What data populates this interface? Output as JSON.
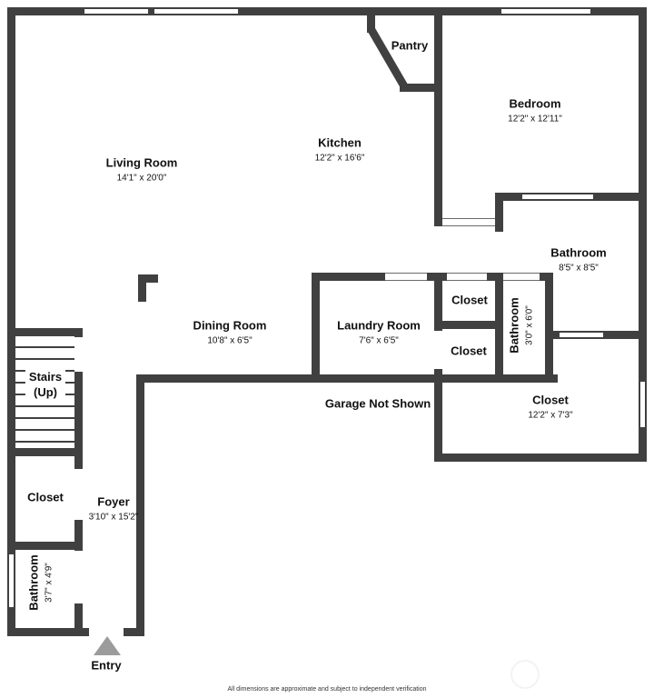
{
  "rooms": [
    {
      "name": "Living Room",
      "dims": "14'1\" x 20'0\""
    },
    {
      "name": "Kitchen",
      "dims": "12'2\" x 16'6\""
    },
    {
      "name": "Pantry"
    },
    {
      "name": "Bedroom",
      "dims": "12'2\" x 12'11\""
    },
    {
      "name": "Bathroom",
      "dims": "8'5\" x 8'5\""
    },
    {
      "name": "Closet"
    },
    {
      "name": "Closet"
    },
    {
      "name": "Bathroom",
      "dims": "3'0\" x 6'0\""
    },
    {
      "name": "Dining Room",
      "dims": "10'8\" x 6'5\""
    },
    {
      "name": "Laundry Room",
      "dims": "7'6\" x 6'5\""
    },
    {
      "name": "Stairs",
      "name2": "(Up)"
    },
    {
      "name": "Garage Not Shown"
    },
    {
      "name": "Closet",
      "dims": "12'2\" x 7'3\""
    },
    {
      "name": "Closet"
    },
    {
      "name": "Foyer",
      "dims": "3'10\" x 15'2\""
    },
    {
      "name": "Bathroom",
      "dims": "3'7\" x 4'9\""
    },
    {
      "name": "Entry"
    }
  ],
  "footer": "All dimensions are approximate and subject to independent verification",
  "colors": {
    "wall": "#404040",
    "text": "#111111",
    "entry_arrow": "#9b9b9b"
  }
}
